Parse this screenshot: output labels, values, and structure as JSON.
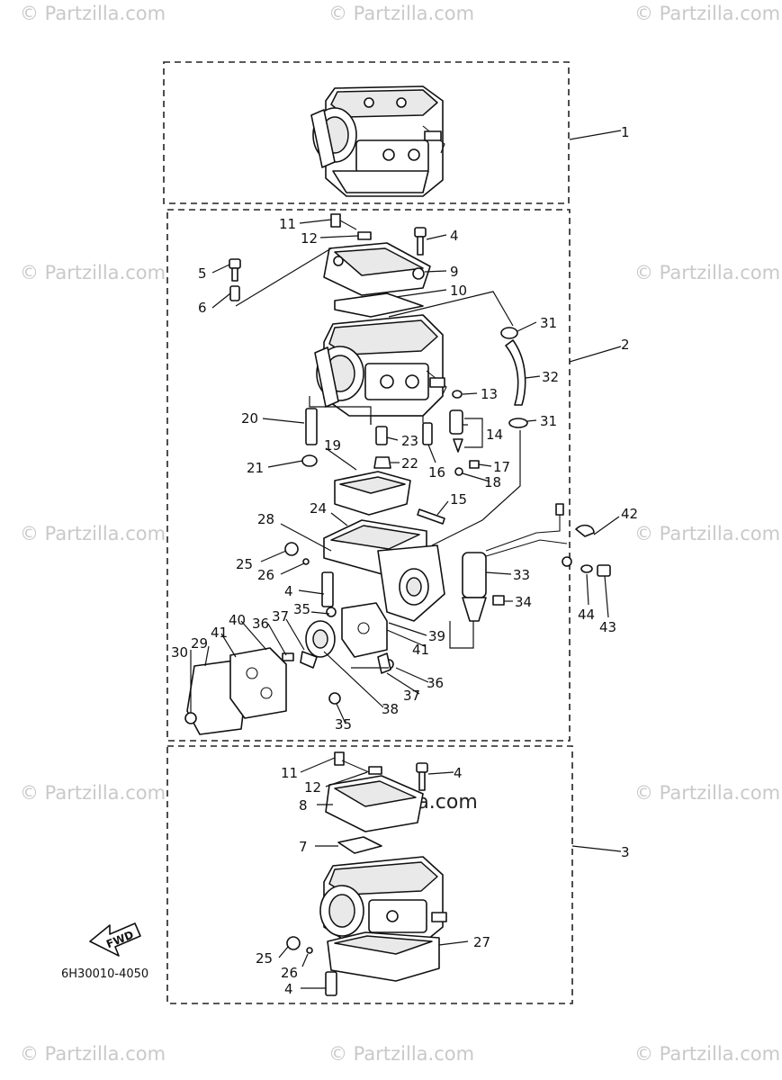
{
  "watermark": "© Partzilla.com",
  "watermark_center": "©Partzilla.com",
  "part_numbers": {
    "p1": "1",
    "p2": "2",
    "p3": "3",
    "p4a": "4",
    "p4b": "4",
    "p4c": "4",
    "p4d": "4",
    "p5": "5",
    "p6": "6",
    "p7": "7",
    "p8": "8",
    "p9": "9",
    "p10": "10",
    "p11a": "11",
    "p11b": "11",
    "p12a": "12",
    "p12b": "12",
    "p13": "13",
    "p14": "14",
    "p15": "15",
    "p16": "16",
    "p17": "17",
    "p18": "18",
    "p19": "19",
    "p20": "20",
    "p21": "21",
    "p22": "22",
    "p23": "23",
    "p24": "24",
    "p25a": "25",
    "p25b": "25",
    "p26a": "26",
    "p26b": "26",
    "p27": "27",
    "p28": "28",
    "p29": "29",
    "p30": "30",
    "p31a": "31",
    "p31b": "31",
    "p32": "32",
    "p33": "33",
    "p34": "34",
    "p35a": "35",
    "p35b": "35",
    "p36a": "36",
    "p36b": "36",
    "p37a": "37",
    "p37b": "37",
    "p38": "38",
    "p39": "39",
    "p40": "40",
    "p41a": "41",
    "p41b": "41",
    "p42": "42",
    "p43": "43",
    "p44": "44"
  },
  "fwd_label": "FWD",
  "diagram_code": "6H30010-4050"
}
